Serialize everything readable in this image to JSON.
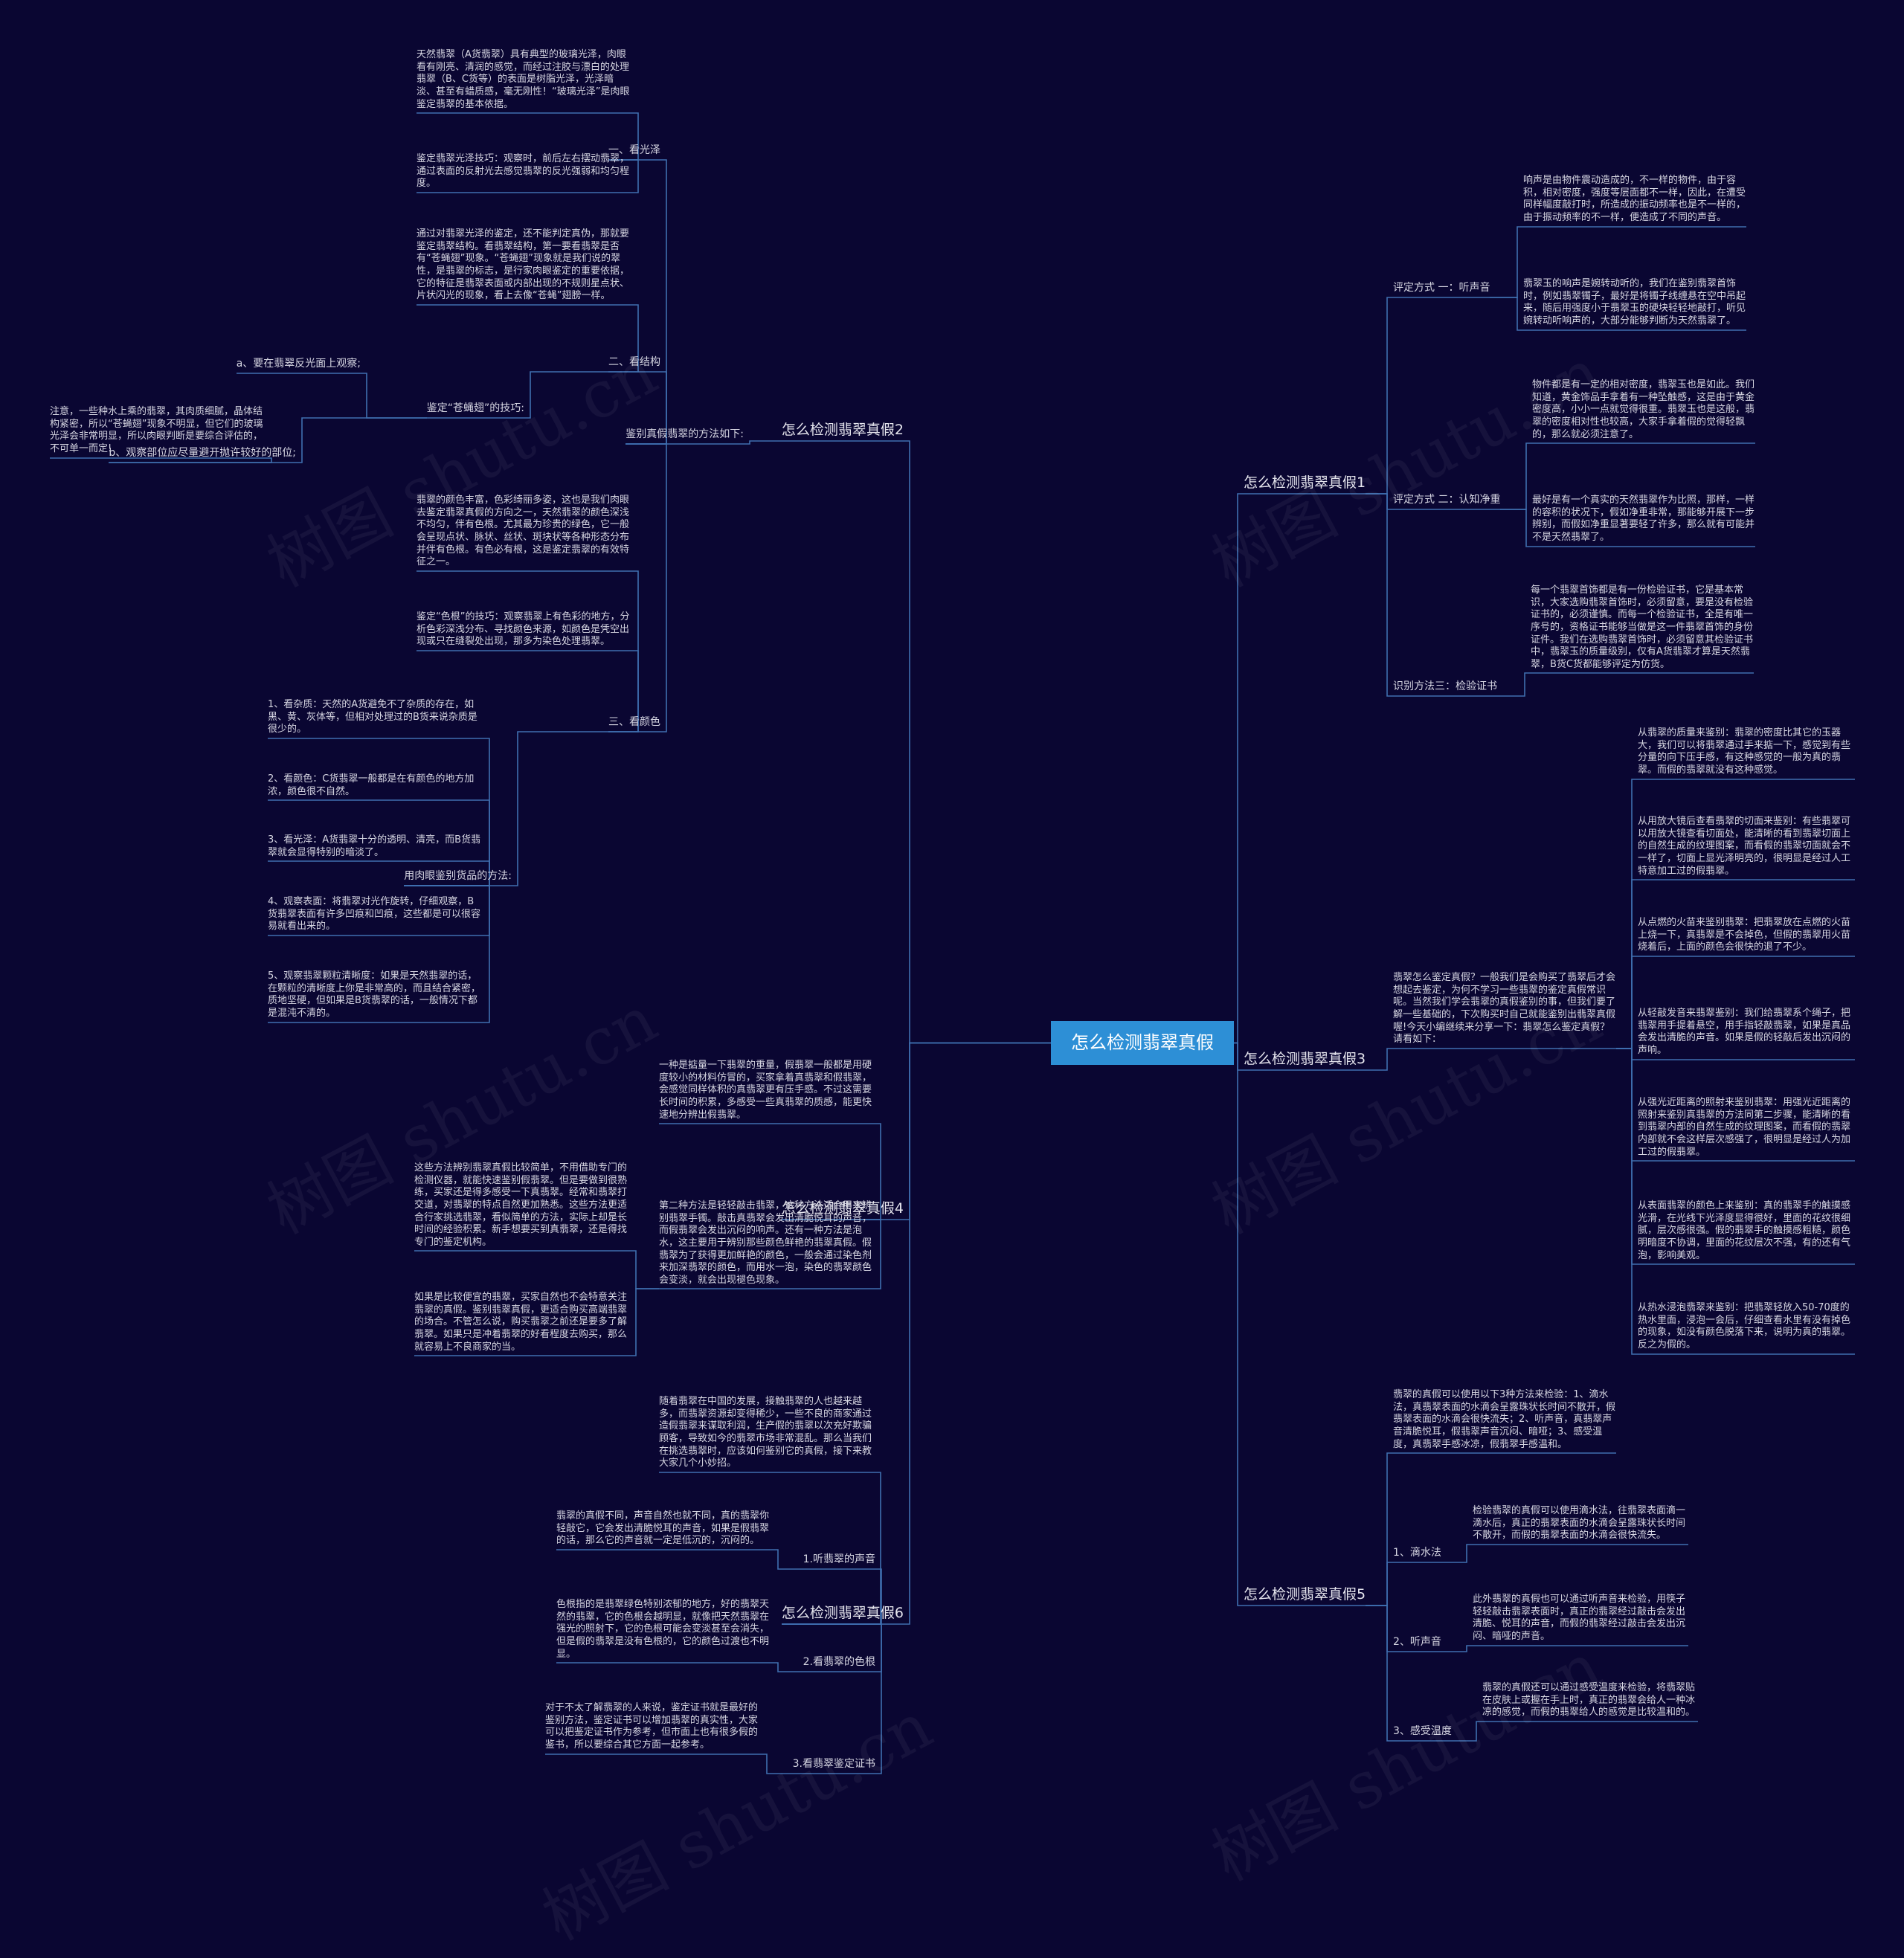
{
  "root": "怎么检测翡翠真假",
  "watermark": "树图 shutu.cn",
  "colors": {
    "background": "#0a0632",
    "root": "#2d8fd6",
    "line": "#3f6fb0"
  },
  "branches": [
    {
      "label": "怎么检测翡翠真假2",
      "children": [
        {
          "label": "鉴别真假翡翠的方法如下:",
          "children": [
            {
              "label": "一、看光泽",
              "children": [
                {
                  "label": "天然翡翠（A货翡翠）具有典型的玻璃光泽，肉眼看有刚亮、清润的感觉，而经过注胶与漂白的处理翡翠（B、C货等）的表面是树脂光泽，光泽暗淡、甚至有蜡质感，毫无刚性！“玻璃光泽”是肉眼鉴定翡翠的基本依据。"
                },
                {
                  "label": "鉴定翡翠光泽技巧：观察时，前后左右摆动翡翠，通过表面的反射光去感觉翡翠的反光强弱和均匀程度。"
                }
              ]
            },
            {
              "label": "二、看结构",
              "children": [
                {
                  "label": "通过对翡翠光泽的鉴定，还不能判定真伪，那就要鉴定翡翠结构。看翡翠结构，第一要看翡翠是否有“苍蝇翅”现象。“苍蝇翅”现象就是我们说的翠性，是翡翠的标志，是行家肉眼鉴定的重要依据，它的特征是翡翠表面或内部出现的不规则星点状、片状闪光的现象，看上去像“苍蝇”翅膀一样。"
                },
                {
                  "label": "鉴定“苍蝇翅”的技巧:",
                  "children": [
                    {
                      "label": "a、要在翡翠反光面上观察;"
                    },
                    {
                      "label": "b、观察部位应尽量避开抛许较好的部位;",
                      "children": [
                        {
                          "label": "注意，一些种水上乘的翡翠，其肉质细腻，晶体结构紧密，所以“苍蝇翅”现象不明显，但它们的玻璃光泽会非常明显，所以肉眼判断是要综合评估的，不可单一而定!"
                        }
                      ]
                    }
                  ]
                }
              ]
            },
            {
              "label": "三、看颜色",
              "children": [
                {
                  "label": "翡翠的颜色丰富，色彩绮丽多姿，这也是我们肉眼去鉴定翡翠真假的方向之一，天然翡翠的颜色深浅不均匀，伴有色根。尤其最为珍贵的绿色，它一般会呈现点状、脉状、丝状、斑块状等各种形态分布并伴有色根。有色必有根，这是鉴定翡翠的有效特征之一。"
                },
                {
                  "label": "鉴定“色根”的技巧：观察翡翠上有色彩的地方，分析色彩深浅分布、寻找颜色来源，如颜色是凭空出现或只在缝裂处出现，那多为染色处理翡翠。"
                },
                {
                  "label": "用肉眼鉴别货品的方法:",
                  "children": [
                    {
                      "label": "1、看杂质：天然的A货避免不了杂质的存在，如黑、黄、灰体等，但相对处理过的B货来说杂质是很少的。"
                    },
                    {
                      "label": "2、看颜色：C货翡翠一般都是在有颜色的地方加浓，颜色很不自然。"
                    },
                    {
                      "label": "3、看光泽：A货翡翠十分的透明、清亮，而B货翡翠就会显得特别的暗淡了。"
                    },
                    {
                      "label": "4、观察表面：将翡翠对光作旋转，仔细观察，B货翡翠表面有许多凹痕和凹痕，这些都是可以很容易就看出来的。"
                    },
                    {
                      "label": "5、观察翡翠颗粒清晰度：如果是天然翡翠的话，在颗粒的清晰度上你是非常高的，而且结合紧密，质地坚硬，但如果是B货翡翠的话，一般情况下都是混沌不清的。"
                    }
                  ]
                }
              ]
            }
          ]
        }
      ]
    },
    {
      "label": "怎么检测翡翠真假4",
      "children": [
        {
          "label": "一种是掂量一下翡翠的重量，假翡翠一般都是用硬度较小的材料仿冒的，买家拿着真翡翠和假翡翠，会感觉同样体积的真翡翠更有压手感。不过这需要长时间的积累，多感受一些真翡翠的质感，能更快速地分辨出假翡翠。"
        },
        {
          "label": "第二种方法是轻轻敲击翡翠，这种方法适合用来辨别翡翠手镯。敲击真翡翠会发出清脆悦耳的声音，而假翡翠会发出沉闷的响声。还有一种方法是泡水，这主要用于辨别那些颜色鲜艳的翡翠真假。假翡翠为了获得更加鲜艳的颜色，一般会通过染色剂来加深翡翠的颜色，而用水一泡，染色的翡翠颜色会变淡，就会出现褪色现象。",
          "children": [
            {
              "label": "这些方法辨别翡翠真假比较简单，不用借助专门的检测仪器，就能快速鉴别假翡翠。但是要做到很熟练，买家还是得多感受一下真翡翠。经常和翡翠打交道，对翡翠的特点自然更加熟悉。这些方法更适合行家挑选翡翠，看似简单的方法，实际上却是长时间的经验积累。新手想要买到真翡翠，还是得找专门的鉴定机构。"
            },
            {
              "label": "如果是比较便宜的翡翠，买家自然也不会特意关注翡翠的真假。鉴别翡翠真假，更适合购买高端翡翠的场合。不管怎么说，购买翡翠之前还是要多了解翡翠。如果只是冲着翡翠的好看程度去购买，那么就容易上不良商家的当。"
            }
          ]
        }
      ]
    },
    {
      "label": "怎么检测翡翠真假6",
      "children": [
        {
          "label": "随着翡翠在中国的发展，接触翡翠的人也越来越多，而翡翠资源却变得稀少，一些不良的商家通过造假翡翠来谋取利润，生产假的翡翠以次充好欺骗顾客，导致如今的翡翠市场非常混乱。那么当我们在挑选翡翠时，应该如何鉴别它的真假，接下来教大家几个小妙招。"
        },
        {
          "label": "1.听翡翠的声音",
          "children": [
            {
              "label": "翡翠的真假不同，声音自然也就不同，真的翡翠你轻敲它，它会发出清脆悦耳的声音，如果是假翡翠的话，那么它的声音就一定是低沉的，沉闷的。"
            }
          ]
        },
        {
          "label": "2.看翡翠的色根",
          "children": [
            {
              "label": "色根指的是翡翠绿色特别浓郁的地方，好的翡翠天然的翡翠，它的色根会越明显，就像把天然翡翠在强光的照射下，它的色根可能会变淡甚至会消失，但是假的翡翠是没有色根的，它的颜色过渡也不明显。"
            }
          ]
        },
        {
          "label": "3.看翡翠鉴定证书",
          "children": [
            {
              "label": "对于不太了解翡翠的人来说，鉴定证书就是最好的鉴别方法，鉴定证书可以增加翡翠的真实性，大家可以把鉴定证书作为参考，但市面上也有很多假的鉴书，所以要综合其它方面一起参考。"
            }
          ]
        }
      ]
    },
    {
      "label": "怎么检测翡翠真假1",
      "children": [
        {
          "label": "评定方式 一：听声音",
          "children": [
            {
              "label": "响声是由物件震动造成的，不一样的物件，由于容积，相对密度，强度等层面都不一样，因此，在遭受同样幅度敲打时，所造成的振动频率也是不一样的，由于振动频率的不一样，便造成了不同的声音。"
            },
            {
              "label": "翡翠玉的响声是婉转动听的，我们在鉴别翡翠首饰时，例如翡翠镯子，最好是将镯子线缠悬在空中吊起来，随后用强度小于翡翠玉的硬块轻轻地敲打，听见婉转动听响声的，大部分能够判断为天然翡翠了。"
            }
          ]
        },
        {
          "label": "评定方式 二：认知净重",
          "children": [
            {
              "label": "物件都是有一定的相对密度，翡翠玉也是如此。我们知道，黄金饰品手拿着有一种坠触感，这是由于黄金密度高，小小一点就觉得很重。翡翠玉也是这般，翡翠的密度相对性也较高，大家手拿着假的觉得轻飘的，那么就必须注意了。"
            },
            {
              "label": "最好是有一个真实的天然翡翠作为比照，那样，一样的容积的状况下，假如净重非常，那能够开展下一步辨别，而假如净重显著要轻了许多，那么就有可能并不是天然翡翠了。"
            }
          ]
        },
        {
          "label": "识别方法三：检验证书",
          "children": [
            {
              "label": "每一个翡翠首饰都是有一份检验证书，它是基本常识，大家选购翡翠首饰时，必须留意，要是没有检验证书的，必须谨慎。而每一个检验证书，全是有唯一序号的，资格证书能够当做是这一件翡翠首饰的身份证件。我们在选购翡翠首饰时，必须留意其检验证书中，翡翠玉的质量级别，仅有A货翡翠才算是天然翡翠，B货C货都能够评定为仿货。"
            }
          ]
        }
      ]
    },
    {
      "label": "怎么检测翡翠真假3",
      "children": [
        {
          "label": "翡翠怎么鉴定真假？一般我们是会购买了翡翠后才会想起去鉴定，为何不学习一些翡翠的鉴定真假常识呢。当然我们学会翡翠的真假鉴别的事，但我们要了解一些基础的，下次购买时自己就能鉴别出翡翠真假喔!今天小编继续来分享一下：翡翠怎么鉴定真假？请看如下：",
          "children": [
            {
              "label": "从翡翠的质量来鉴别：翡翠的密度比其它的玉器大，我们可以将翡翠通过手来掂一下，感觉到有些分量的向下压手感，有这种感觉的一般为真的翡翠。而假的翡翠就没有这种感觉。"
            },
            {
              "label": "从用放大镜后查看翡翠的切面来鉴别：有些翡翠可以用放大镜查看切面处，能清晰的看到翡翠切面上的自然生成的纹理图案，而看假的翡翠切面就会不一样了，切面上显光泽明亮的，很明显是经过人工特意加工过的假翡翠。"
            },
            {
              "label": "从点燃的火苗来鉴别翡翠：把翡翠放在点燃的火苗上烧一下，真翡翠是不会掉色，但假的翡翠用火苗烧着后，上面的颜色会很快的退了不少。"
            },
            {
              "label": "从轻敲发音来翡翠鉴别：我们给翡翠系个绳子，把翡翠用手提着悬空，用手指轻敲翡翠，如果是真品会发出清脆的声音。如果是假的轻敲后发出沉闷的声响。"
            },
            {
              "label": "从强光近距离的照射来鉴别翡翠：用强光近距离的照射来鉴别真翡翠的方法同第二步骤，能清晰的看到翡翠内部的自然生成的纹理图案，而看假的翡翠内部就不会这样层次感强了，很明显是经过人为加工过的假翡翠。"
            },
            {
              "label": "从表面翡翠的颜色上来鉴别：真的翡翠手的触摸感光滑，在光线下光泽度显得很好，里面的花纹很细腻，层次感很强。假的翡翠手的触摸感粗糙，颜色明暗度不协调，里面的花纹层次不强，有的还有气泡，影响美观。"
            },
            {
              "label": "从热水浸泡翡翠来鉴别：把翡翠轻放入50-70度的热水里面，浸泡一会后，仔细查看水里有没有掉色的现象，如没有颜色脱落下来，说明为真的翡翠。反之为假的。"
            }
          ]
        }
      ]
    },
    {
      "label": "怎么检测翡翠真假5",
      "children": [
        {
          "label": "翡翠的真假可以使用以下3种方法来检验：1、滴水法，真翡翠表面的水滴会呈露珠状长时间不散开，假翡翠表面的水滴会很快流失；2、听声音，真翡翠声音清脆悦耳，假翡翠声音沉闷、暗哑；3、感受温度，真翡翠手感冰凉，假翡翠手感温和。"
        },
        {
          "label": "1、滴水法",
          "children": [
            {
              "label": "检验翡翠的真假可以使用滴水法，往翡翠表面滴一滴水后，真正的翡翠表面的水滴会呈露珠状长时间不散开，而假的翡翠表面的水滴会很快流失。"
            }
          ]
        },
        {
          "label": "2、听声音",
          "children": [
            {
              "label": "此外翡翠的真假也可以通过听声音来检验，用筷子轻轻敲击翡翠表面时，真正的翡翠经过敲击会发出清脆、悦耳的声音，而假的翡翠经过敲击会发出沉闷、暗哑的声音。"
            }
          ]
        },
        {
          "label": "3、感受温度",
          "children": [
            {
              "label": "翡翠的真假还可以通过感受温度来检验，将翡翠贴在皮肤上或握在手上时，真正的翡翠会给人一种冰凉的感觉，而假的翡翠给人的感觉是比较温和的。"
            }
          ]
        }
      ]
    }
  ]
}
